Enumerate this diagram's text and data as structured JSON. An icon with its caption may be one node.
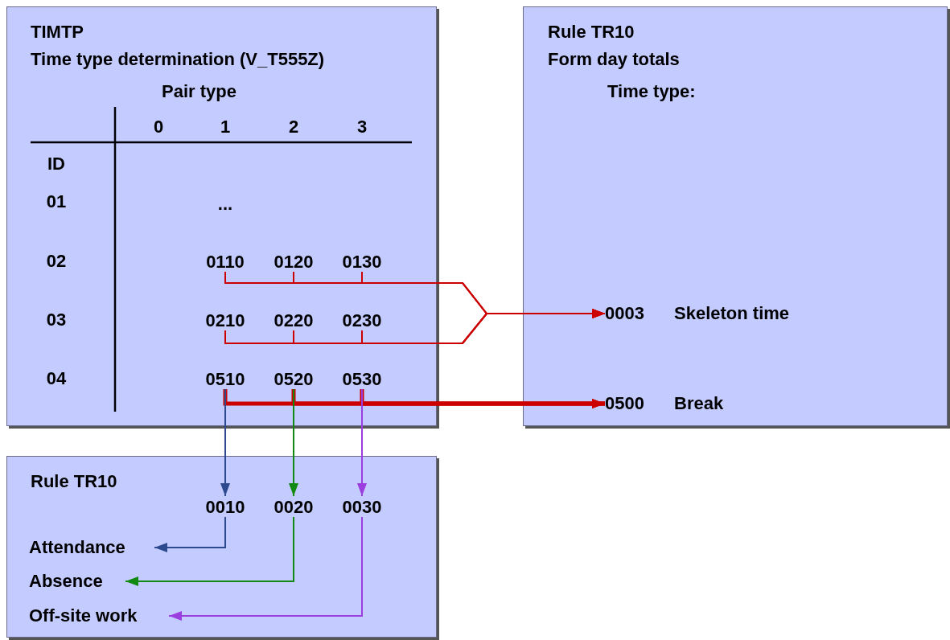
{
  "diagram": {
    "nodes": [
      {
        "text": [
          "TIMTP",
          "Time type determination (V_T555Z)"
        ]
      },
      {
        "text": [
          "Rule TR10",
          "Form day totals",
          "Time type:"
        ]
      },
      {
        "text": [
          "Rule TR10"
        ]
      },
      {
        "text": [
          "0110"
        ],
        "in": 0
      },
      {
        "text": [
          "0120"
        ],
        "in": 0
      },
      {
        "text": [
          "0130"
        ],
        "in": 0
      },
      {
        "text": [
          "0210"
        ],
        "in": 0
      },
      {
        "text": [
          "0220"
        ],
        "in": 0
      },
      {
        "text": [
          "0230"
        ],
        "in": 0
      },
      {
        "text": [
          "0510"
        ],
        "in": 0
      },
      {
        "text": [
          "0520"
        ],
        "in": 0
      },
      {
        "text": [
          "0530"
        ],
        "in": 0
      },
      {
        "text": [
          "0003",
          "Skeleton time"
        ],
        "in": 1
      },
      {
        "text": [
          "0500",
          "Break"
        ],
        "in": 1
      },
      {
        "text": [
          "0010"
        ],
        "in": 2
      },
      {
        "text": [
          "0020"
        ],
        "in": 2
      },
      {
        "text": [
          "0030"
        ],
        "in": 2
      },
      {
        "text": [
          "Attendance"
        ],
        "in": 2
      },
      {
        "text": [
          "Absence"
        ],
        "in": 2
      },
      {
        "text": [
          "Off-site work"
        ],
        "in": 2
      }
    ],
    "edges": [
      {
        "from": 3,
        "to": 12,
        "arrow": "to"
      },
      {
        "from": 4,
        "to": 12,
        "arrow": "to"
      },
      {
        "from": 5,
        "to": 12,
        "arrow": "to"
      },
      {
        "from": 6,
        "to": 12,
        "arrow": "to"
      },
      {
        "from": 7,
        "to": 12,
        "arrow": "to"
      },
      {
        "from": 8,
        "to": 12,
        "arrow": "to"
      },
      {
        "from": 9,
        "to": 13,
        "arrow": "to",
        "style": "thick"
      },
      {
        "from": 10,
        "to": 13,
        "arrow": "to",
        "style": "thick"
      },
      {
        "from": 11,
        "to": 13,
        "arrow": "to",
        "style": "thick"
      },
      {
        "from": 9,
        "to": 14,
        "arrow": "to",
        "color": "#2e4a8f"
      },
      {
        "from": 10,
        "to": 15,
        "arrow": "to",
        "color": "#128a12"
      },
      {
        "from": 11,
        "to": 16,
        "arrow": "to",
        "color": "#9b3ee0"
      },
      {
        "from": 14,
        "to": 17,
        "arrow": "to",
        "color": "#2e4a8f"
      },
      {
        "from": 15,
        "to": 18,
        "arrow": "to",
        "color": "#128a12"
      },
      {
        "from": 16,
        "to": 19,
        "arrow": "to",
        "color": "#9b3ee0"
      }
    ],
    "labels": [
      "Pair type",
      "0",
      "1",
      "2",
      "3",
      "ID",
      "01",
      "...",
      "02",
      "03",
      "04"
    ]
  }
}
